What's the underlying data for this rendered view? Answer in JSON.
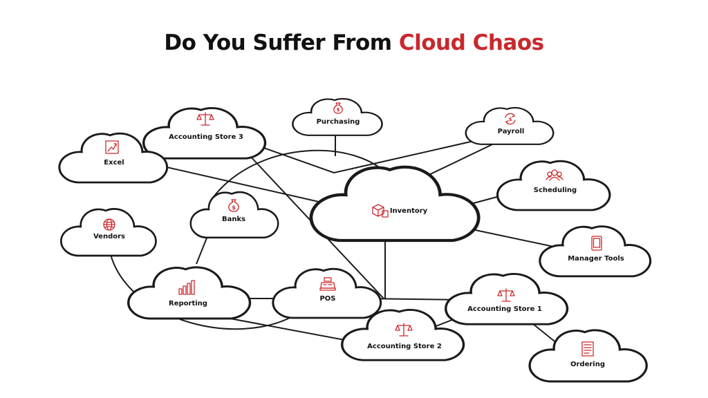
{
  "title": {
    "prefix": "Do You Suffer From ",
    "highlight": "Cloud Chaos"
  },
  "colors": {
    "accent": "#c9282d",
    "ink": "#1a1a1a",
    "background": "#ffffff"
  },
  "nodes": [
    {
      "id": "accounting-store-3",
      "label": "Accounting Store 3",
      "icon": "scale-icon"
    },
    {
      "id": "purchasing",
      "label": "Purchasing",
      "icon": "money-bag-icon"
    },
    {
      "id": "payroll",
      "label": "Payroll",
      "icon": "payroll-cycle-icon"
    },
    {
      "id": "excel",
      "label": "Excel",
      "icon": "trend-chart-icon"
    },
    {
      "id": "scheduling",
      "label": "Scheduling",
      "icon": "people-icon"
    },
    {
      "id": "inventory",
      "label": "Inventory",
      "icon": "boxes-icon"
    },
    {
      "id": "banks",
      "label": "Banks",
      "icon": "money-bag-icon"
    },
    {
      "id": "vendors",
      "label": "Vendors",
      "icon": "globe-icon"
    },
    {
      "id": "manager-tools",
      "label": "Manager Tools",
      "icon": "tablet-icon"
    },
    {
      "id": "reporting",
      "label": "Reporting",
      "icon": "bar-chart-icon"
    },
    {
      "id": "pos",
      "label": "POS",
      "icon": "cash-register-icon"
    },
    {
      "id": "accounting-store-1",
      "label": "Accounting Store 1",
      "icon": "scale-icon"
    },
    {
      "id": "accounting-store-2",
      "label": "Accounting Store 2",
      "icon": "scale-icon"
    },
    {
      "id": "ordering",
      "label": "Ordering",
      "icon": "document-icon"
    }
  ],
  "connections": [
    [
      "accounting-store-3",
      "purchasing"
    ],
    [
      "accounting-store-3",
      "payroll"
    ],
    [
      "accounting-store-3",
      "accounting-store-1"
    ],
    [
      "excel",
      "inventory"
    ],
    [
      "banks",
      "inventory"
    ],
    [
      "banks",
      "reporting"
    ],
    [
      "payroll",
      "inventory"
    ],
    [
      "scheduling",
      "inventory"
    ],
    [
      "manager-tools",
      "inventory"
    ],
    [
      "inventory",
      "accounting-store-1"
    ],
    [
      "vendors",
      "pos"
    ],
    [
      "reporting",
      "pos"
    ],
    [
      "reporting",
      "accounting-store-2"
    ],
    [
      "pos",
      "accounting-store-1"
    ],
    [
      "accounting-store-2",
      "accounting-store-1"
    ],
    [
      "accounting-store-1",
      "ordering"
    ]
  ]
}
